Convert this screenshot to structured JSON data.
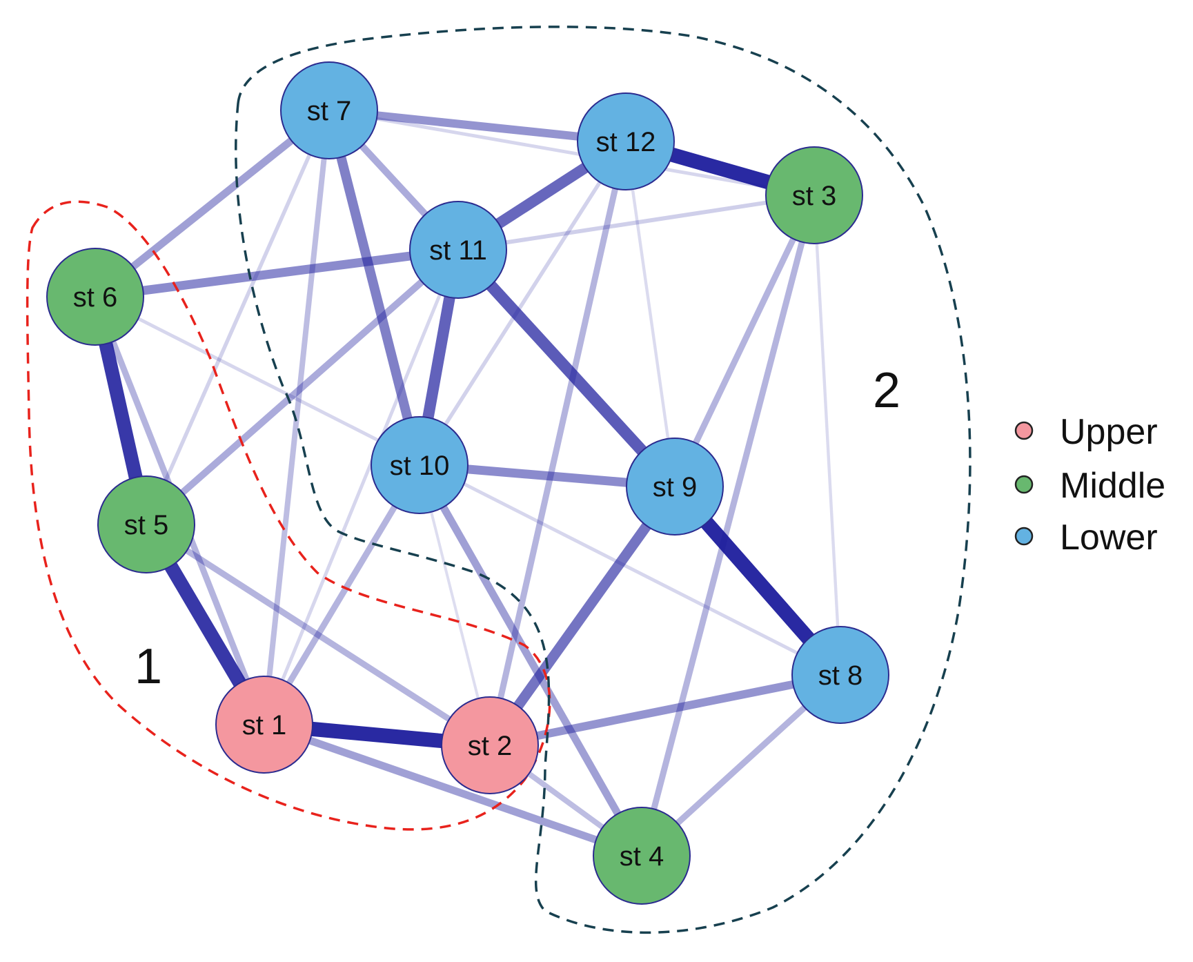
{
  "nodes": [
    {
      "id": "st1",
      "label": "st 1",
      "group": "Upper"
    },
    {
      "id": "st2",
      "label": "st 2",
      "group": "Upper"
    },
    {
      "id": "st3",
      "label": "st 3",
      "group": "Middle"
    },
    {
      "id": "st4",
      "label": "st 4",
      "group": "Middle"
    },
    {
      "id": "st5",
      "label": "st 5",
      "group": "Middle"
    },
    {
      "id": "st6",
      "label": "st 6",
      "group": "Middle"
    },
    {
      "id": "st7",
      "label": "st 7",
      "group": "Lower"
    },
    {
      "id": "st8",
      "label": "st 8",
      "group": "Lower"
    },
    {
      "id": "st9",
      "label": "st 9",
      "group": "Lower"
    },
    {
      "id": "st10",
      "label": "st 10",
      "group": "Lower"
    },
    {
      "id": "st11",
      "label": "st 11",
      "group": "Lower"
    },
    {
      "id": "st12",
      "label": "st 12",
      "group": "Lower"
    }
  ],
  "edges": [
    {
      "from": "st1",
      "to": "st2",
      "strength": 0.95
    },
    {
      "from": "st1",
      "to": "st5",
      "strength": 0.9
    },
    {
      "from": "st5",
      "to": "st6",
      "strength": 0.9
    },
    {
      "from": "st12",
      "to": "st3",
      "strength": 0.95
    },
    {
      "from": "st9",
      "to": "st8",
      "strength": 0.95
    },
    {
      "from": "st11",
      "to": "st9",
      "strength": 0.75
    },
    {
      "from": "st11",
      "to": "st10",
      "strength": 0.72
    },
    {
      "from": "st11",
      "to": "st12",
      "strength": 0.7
    },
    {
      "from": "st9",
      "to": "st2",
      "strength": 0.65
    },
    {
      "from": "st7",
      "to": "st10",
      "strength": 0.6
    },
    {
      "from": "st6",
      "to": "st11",
      "strength": 0.55
    },
    {
      "from": "st10",
      "to": "st9",
      "strength": 0.55
    },
    {
      "from": "st7",
      "to": "st12",
      "strength": 0.5
    },
    {
      "from": "st2",
      "to": "st8",
      "strength": 0.5
    },
    {
      "from": "st10",
      "to": "st4",
      "strength": 0.45
    },
    {
      "from": "st1",
      "to": "st4",
      "strength": 0.45
    },
    {
      "from": "st7",
      "to": "st6",
      "strength": 0.45
    },
    {
      "from": "st7",
      "to": "st11",
      "strength": 0.4
    },
    {
      "from": "st5",
      "to": "st11",
      "strength": 0.4
    },
    {
      "from": "st5",
      "to": "st2",
      "strength": 0.35
    },
    {
      "from": "st6",
      "to": "st1",
      "strength": 0.35
    },
    {
      "from": "st10",
      "to": "st1",
      "strength": 0.35
    },
    {
      "from": "st12",
      "to": "st2",
      "strength": 0.35
    },
    {
      "from": "st8",
      "to": "st4",
      "strength": 0.35
    },
    {
      "from": "st3",
      "to": "st4",
      "strength": 0.35
    },
    {
      "from": "st3",
      "to": "st9",
      "strength": 0.35
    },
    {
      "from": "st7",
      "to": "st1",
      "strength": 0.3
    },
    {
      "from": "st2",
      "to": "st4",
      "strength": 0.3
    },
    {
      "from": "st6",
      "to": "st8",
      "strength": 0.15
    },
    {
      "from": "st11",
      "to": "st3",
      "strength": 0.2
    },
    {
      "from": "st7",
      "to": "st5",
      "strength": 0.18
    },
    {
      "from": "st12",
      "to": "st10",
      "strength": 0.18
    },
    {
      "from": "st7",
      "to": "st3",
      "strength": 0.15
    },
    {
      "from": "st11",
      "to": "st1",
      "strength": 0.15
    },
    {
      "from": "st3",
      "to": "st8",
      "strength": 0.12
    },
    {
      "from": "st12",
      "to": "st9",
      "strength": 0.12
    },
    {
      "from": "st10",
      "to": "st2",
      "strength": 0.1
    }
  ],
  "colors": {
    "Upper": "#f4979f",
    "Middle": "#68b86f",
    "Lower": "#63b2e2",
    "node_border": "#2b2b8f",
    "edge": "#1c1c9c",
    "cluster1_outline": "#e8221c",
    "cluster2_outline": "#17404f"
  },
  "clusters": [
    {
      "id": "cluster-1",
      "label": "1"
    },
    {
      "id": "cluster-2",
      "label": "2"
    }
  ],
  "legend": [
    {
      "label": "Upper",
      "group": "Upper"
    },
    {
      "label": "Middle",
      "group": "Middle"
    },
    {
      "label": "Lower",
      "group": "Lower"
    }
  ]
}
